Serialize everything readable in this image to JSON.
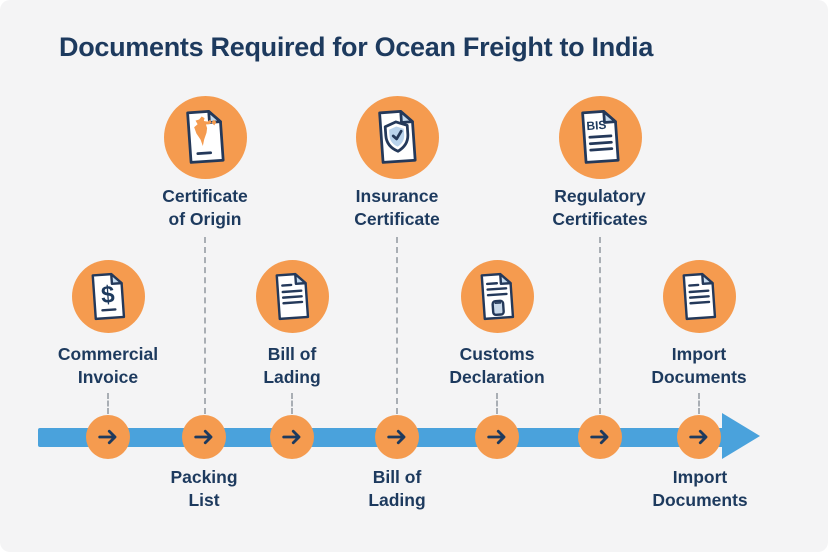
{
  "title": "Documents Required for Ocean Freight to India",
  "colors": {
    "background": "#f4f4f5",
    "navy_text": "#1d3a5e",
    "icon_outline_navy": "#24395a",
    "orange": "#f59b4f",
    "timeline_blue": "#4aa2dc",
    "light_blue": "#c5daed",
    "dash_gray": "#a9aeb4"
  },
  "top_row": [
    {
      "label": "Certificate\nof Origin",
      "icon": "india-map-document-icon"
    },
    {
      "label": "Insurance\nCertificate",
      "icon": "shield-check-document-icon"
    },
    {
      "label": "Regulatory\nCertificates",
      "icon": "bis-document-icon",
      "doc_text": "BIS"
    }
  ],
  "bottom_row": [
    {
      "label": "Commercial\nInvoice",
      "icon": "dollar-document-icon",
      "doc_text": "$"
    },
    {
      "label": "Bill of\nLading",
      "icon": "lines-document-icon"
    },
    {
      "label": "Customs\nDeclaration",
      "icon": "stamp-document-icon"
    },
    {
      "label": "Import\nDocuments",
      "icon": "lines-document-icon"
    }
  ],
  "timeline": {
    "step_count": "7",
    "below_labels": [
      {
        "label": "Packing\nList"
      },
      {
        "label": "Bill of\nLading"
      },
      {
        "label": "Import\nDocuments"
      }
    ]
  }
}
